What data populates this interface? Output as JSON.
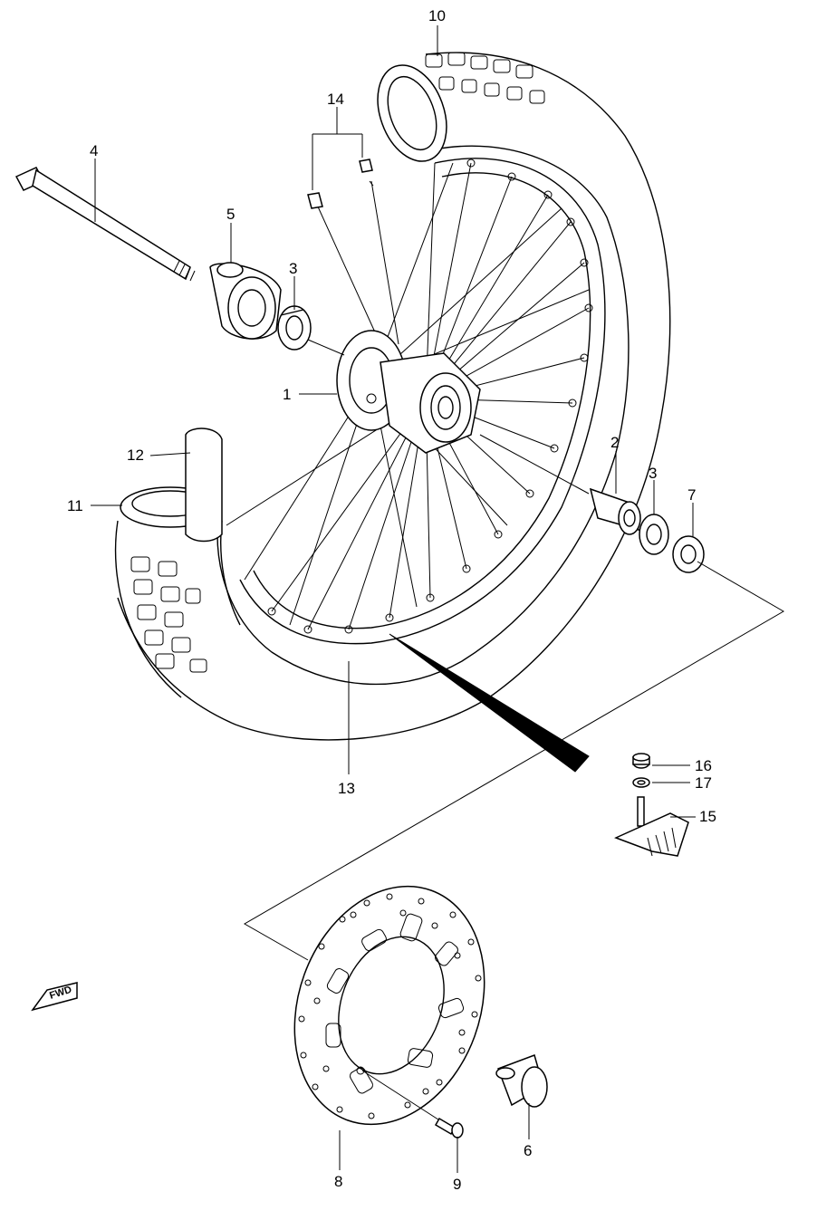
{
  "callouts": [
    "1",
    "2",
    "3",
    "3",
    "4",
    "5",
    "6",
    "7",
    "8",
    "9",
    "10",
    "11",
    "12",
    "13",
    "14",
    "15",
    "16",
    "17"
  ],
  "fwd_label": "FWD"
}
